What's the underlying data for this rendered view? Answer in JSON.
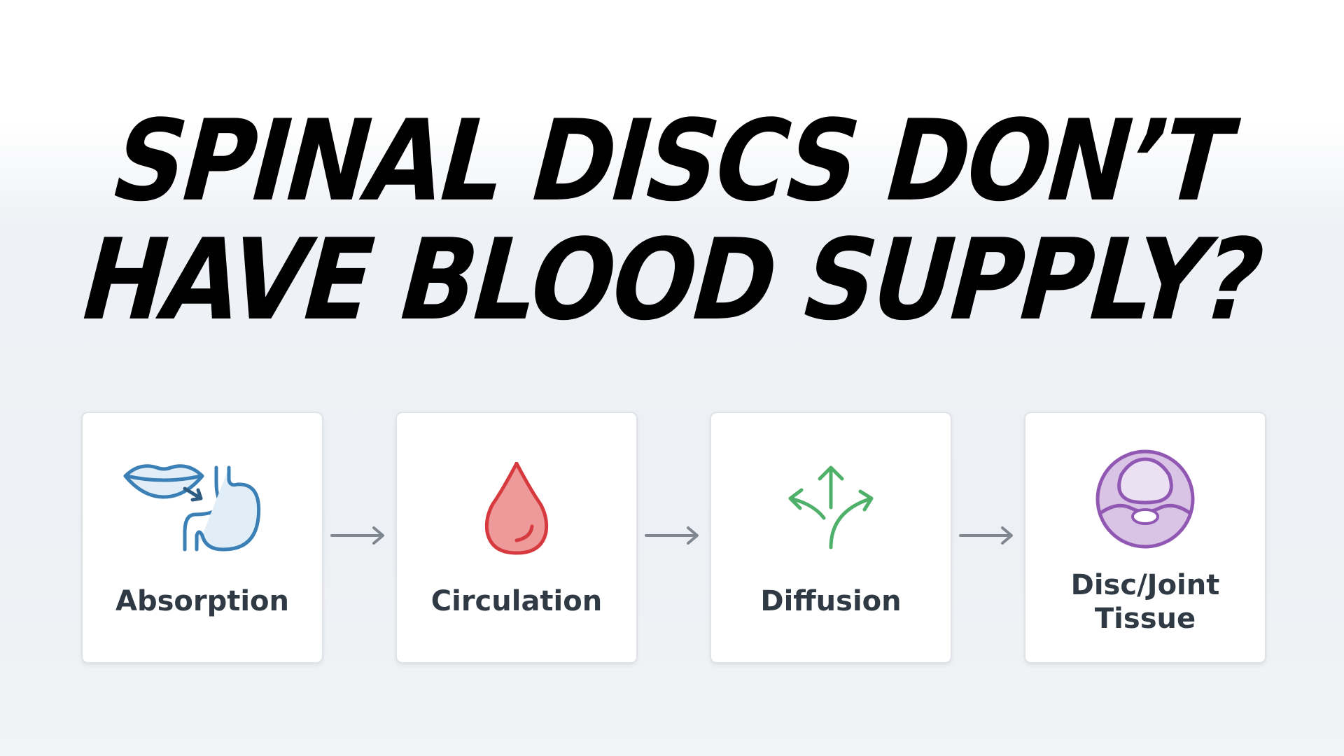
{
  "title": {
    "line1": "SPINAL DISCS DON’T",
    "line2": "HAVE BLOOD SUPPLY?"
  },
  "steps": [
    {
      "label": "Absorption",
      "icon": "mouth-stomach-icon",
      "color": "#3a7fb5"
    },
    {
      "label": "Circulation",
      "icon": "blood-drop-icon",
      "color": "#d63a3e"
    },
    {
      "label": "Diffusion",
      "icon": "diverging-arrows-icon",
      "color": "#4fb06a"
    },
    {
      "label": "Disc/Joint Tissue",
      "label_line1": "Disc/Joint",
      "label_line2": "Tissue",
      "icon": "disc-icon",
      "color": "#9158b3"
    }
  ],
  "connector": {
    "icon": "arrow-right-icon",
    "color": "#7f8790"
  }
}
